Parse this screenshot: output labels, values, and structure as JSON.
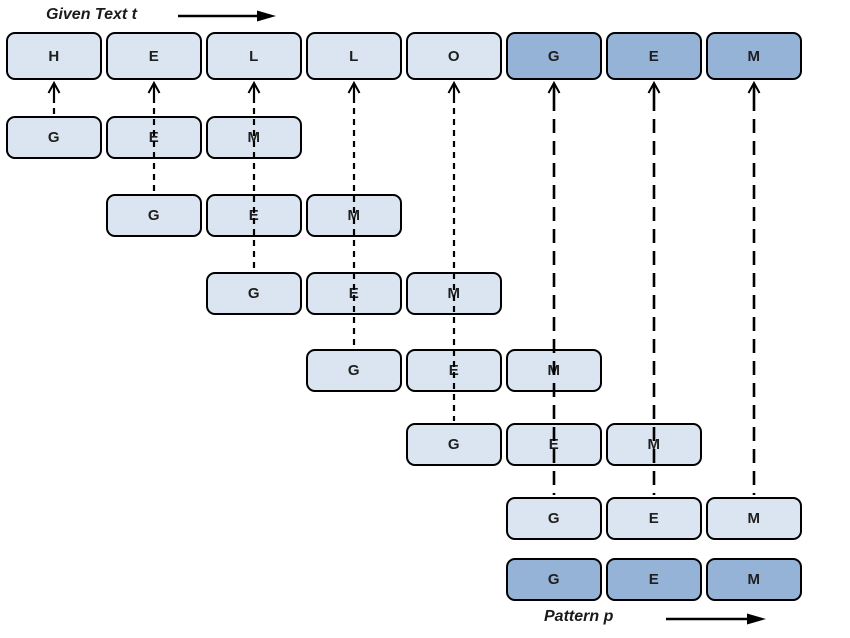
{
  "labels": {
    "given_text": "Given Text t",
    "pattern": "Pattern p"
  },
  "colors": {
    "light_fill": "#dbe5f1",
    "dark_fill": "#95b3d7",
    "border": "#000000",
    "letter": "#1f1f1f",
    "arrow": "#000000"
  },
  "text_row": {
    "cells": [
      {
        "letter": "H",
        "variant": "light"
      },
      {
        "letter": "E",
        "variant": "light"
      },
      {
        "letter": "L",
        "variant": "light"
      },
      {
        "letter": "L",
        "variant": "light"
      },
      {
        "letter": "O",
        "variant": "light"
      },
      {
        "letter": "G",
        "variant": "dark"
      },
      {
        "letter": "E",
        "variant": "dark"
      },
      {
        "letter": "M",
        "variant": "dark"
      }
    ]
  },
  "pattern_rows": [
    {
      "shift": 0,
      "variant": "light",
      "letters": [
        "G",
        "E",
        "M"
      ]
    },
    {
      "shift": 1,
      "variant": "light",
      "letters": [
        "G",
        "E",
        "M"
      ]
    },
    {
      "shift": 2,
      "variant": "light",
      "letters": [
        "G",
        "E",
        "M"
      ]
    },
    {
      "shift": 3,
      "variant": "light",
      "letters": [
        "G",
        "E",
        "M"
      ]
    },
    {
      "shift": 4,
      "variant": "light",
      "letters": [
        "G",
        "E",
        "M"
      ]
    },
    {
      "shift": 5,
      "variant": "light",
      "letters": [
        "G",
        "E",
        "M"
      ]
    },
    {
      "shift": 5,
      "variant": "dark",
      "letters": [
        "G",
        "E",
        "M"
      ]
    }
  ],
  "comparison_arrows": [
    {
      "col": 0,
      "tail_row": 0,
      "dash": "short"
    },
    {
      "col": 1,
      "tail_row": 1,
      "dash": "short"
    },
    {
      "col": 2,
      "tail_row": 2,
      "dash": "short"
    },
    {
      "col": 3,
      "tail_row": 3,
      "dash": "short"
    },
    {
      "col": 4,
      "tail_row": 4,
      "dash": "short"
    },
    {
      "col": 5,
      "tail_row": 5,
      "dash": "long"
    },
    {
      "col": 6,
      "tail_row": 5,
      "dash": "long"
    },
    {
      "col": 7,
      "tail_row": 5,
      "dash": "long"
    }
  ]
}
